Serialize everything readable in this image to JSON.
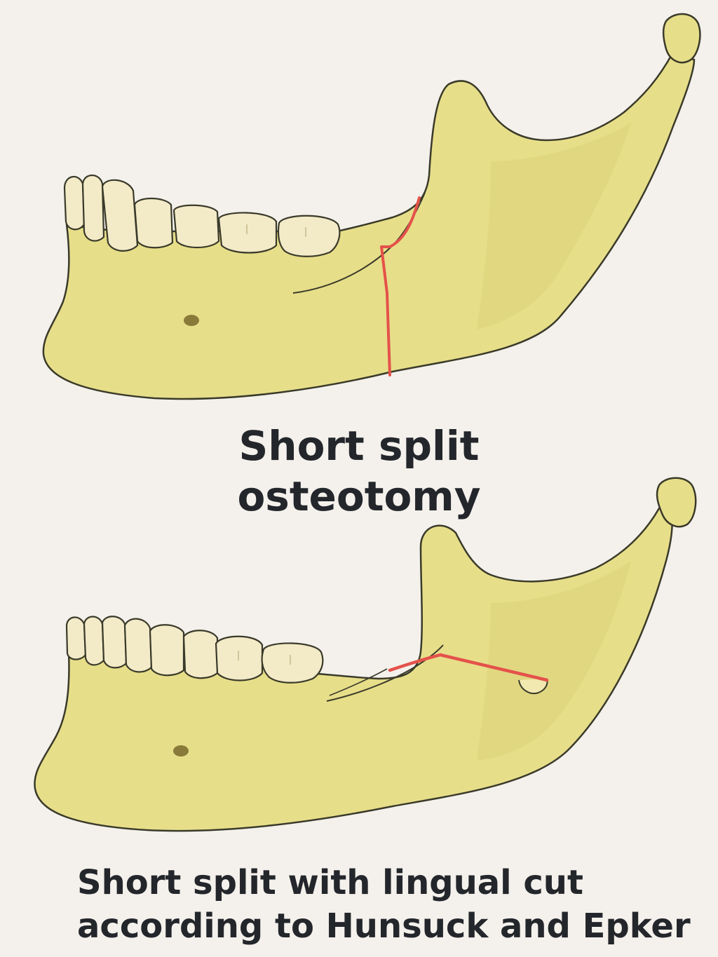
{
  "diagram": {
    "top": {
      "caption_lines": [
        "Short split",
        "osteotomy"
      ]
    },
    "bottom": {
      "caption_lines": [
        "Short split with lingual cut",
        "according to Hunsuck and Epker"
      ]
    }
  },
  "colors": {
    "background": "#f4f1ec",
    "bone_fill": "#e7de8a",
    "bone_outline": "#3a3a2a",
    "tooth_fill": "#f3eac8",
    "cut_line": "#e4524a",
    "foramen": "#8a7a3a",
    "text": "#23262b"
  }
}
